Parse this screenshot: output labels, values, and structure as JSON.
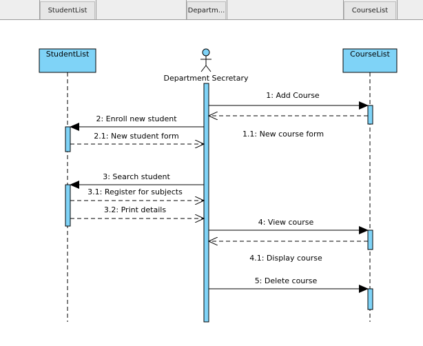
{
  "toolbar": {
    "tabs": [
      {
        "label": "StudentList"
      },
      {
        "label": "Departm..."
      },
      {
        "label": "CourseList"
      }
    ]
  },
  "diagram": {
    "colors": {
      "fill": "#7fd3f7",
      "stroke": "#000000"
    },
    "participants": [
      {
        "label": "StudentList",
        "kind": "object"
      },
      {
        "label": "Department Secretary",
        "kind": "actor"
      },
      {
        "label": "CourseList",
        "kind": "object"
      }
    ],
    "messages": [
      {
        "label": "1: Add Course",
        "from": "Department Secretary",
        "to": "CourseList",
        "type": "call"
      },
      {
        "label": "1.1: New course form",
        "from": "CourseList",
        "to": "Department Secretary",
        "type": "return"
      },
      {
        "label": "2: Enroll new student",
        "from": "Department Secretary",
        "to": "StudentList",
        "type": "call"
      },
      {
        "label": "2.1: New student form",
        "from": "StudentList",
        "to": "Department Secretary",
        "type": "return"
      },
      {
        "label": "3: Search student",
        "from": "Department Secretary",
        "to": "StudentList",
        "type": "call"
      },
      {
        "label": "3.1: Register for subjects",
        "from": "StudentList",
        "to": "Department Secretary",
        "type": "return"
      },
      {
        "label": "3.2: Print details",
        "from": "StudentList",
        "to": "Department Secretary",
        "type": "return"
      },
      {
        "label": "4: View course",
        "from": "Department Secretary",
        "to": "CourseList",
        "type": "call"
      },
      {
        "label": "4.1: Display course",
        "from": "CourseList",
        "to": "Department Secretary",
        "type": "return"
      },
      {
        "label": "5: Delete course",
        "from": "Department Secretary",
        "to": "CourseList",
        "type": "call"
      }
    ]
  }
}
